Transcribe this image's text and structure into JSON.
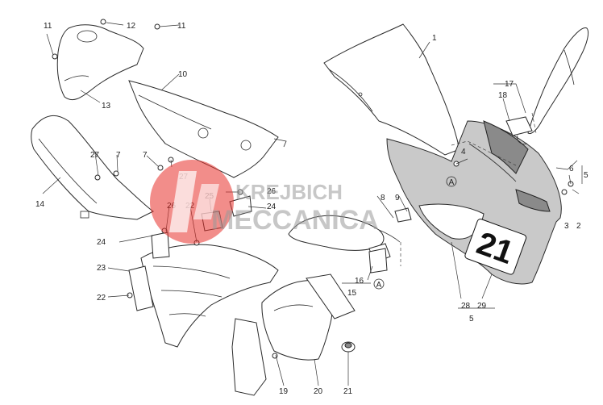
{
  "watermark": {
    "line1": "KREJBICH",
    "line2": "MECCANICA",
    "logo_color": "#e8302a"
  },
  "decal_number": "21",
  "labels": {
    "n1": "1",
    "n2": "2",
    "n3": "3",
    "n4": "4",
    "n5a": "5",
    "n5b": "5",
    "n6": "6",
    "n7a": "7",
    "n7b": "7",
    "n8": "8",
    "n9": "9",
    "n10": "10",
    "n11a": "11",
    "n11b": "11",
    "n12": "12",
    "n13": "13",
    "n14": "14",
    "n15": "15",
    "n16": "16",
    "n17": "17",
    "n18": "18",
    "n19": "19",
    "n20": "20",
    "n21": "21",
    "n22a": "22",
    "n22b": "22",
    "n23": "23",
    "n24a": "24",
    "n24b": "24",
    "n25": "25",
    "n26a": "26",
    "n26b": "26",
    "n27a": "27",
    "n27b": "27",
    "n28": "28",
    "n29": "29",
    "refA1": "A",
    "refA2": "A"
  },
  "colors": {
    "fairing_grey": "#c9c9c9",
    "stripe": "#8a8a8a",
    "logo_red": "#e8302a"
  }
}
